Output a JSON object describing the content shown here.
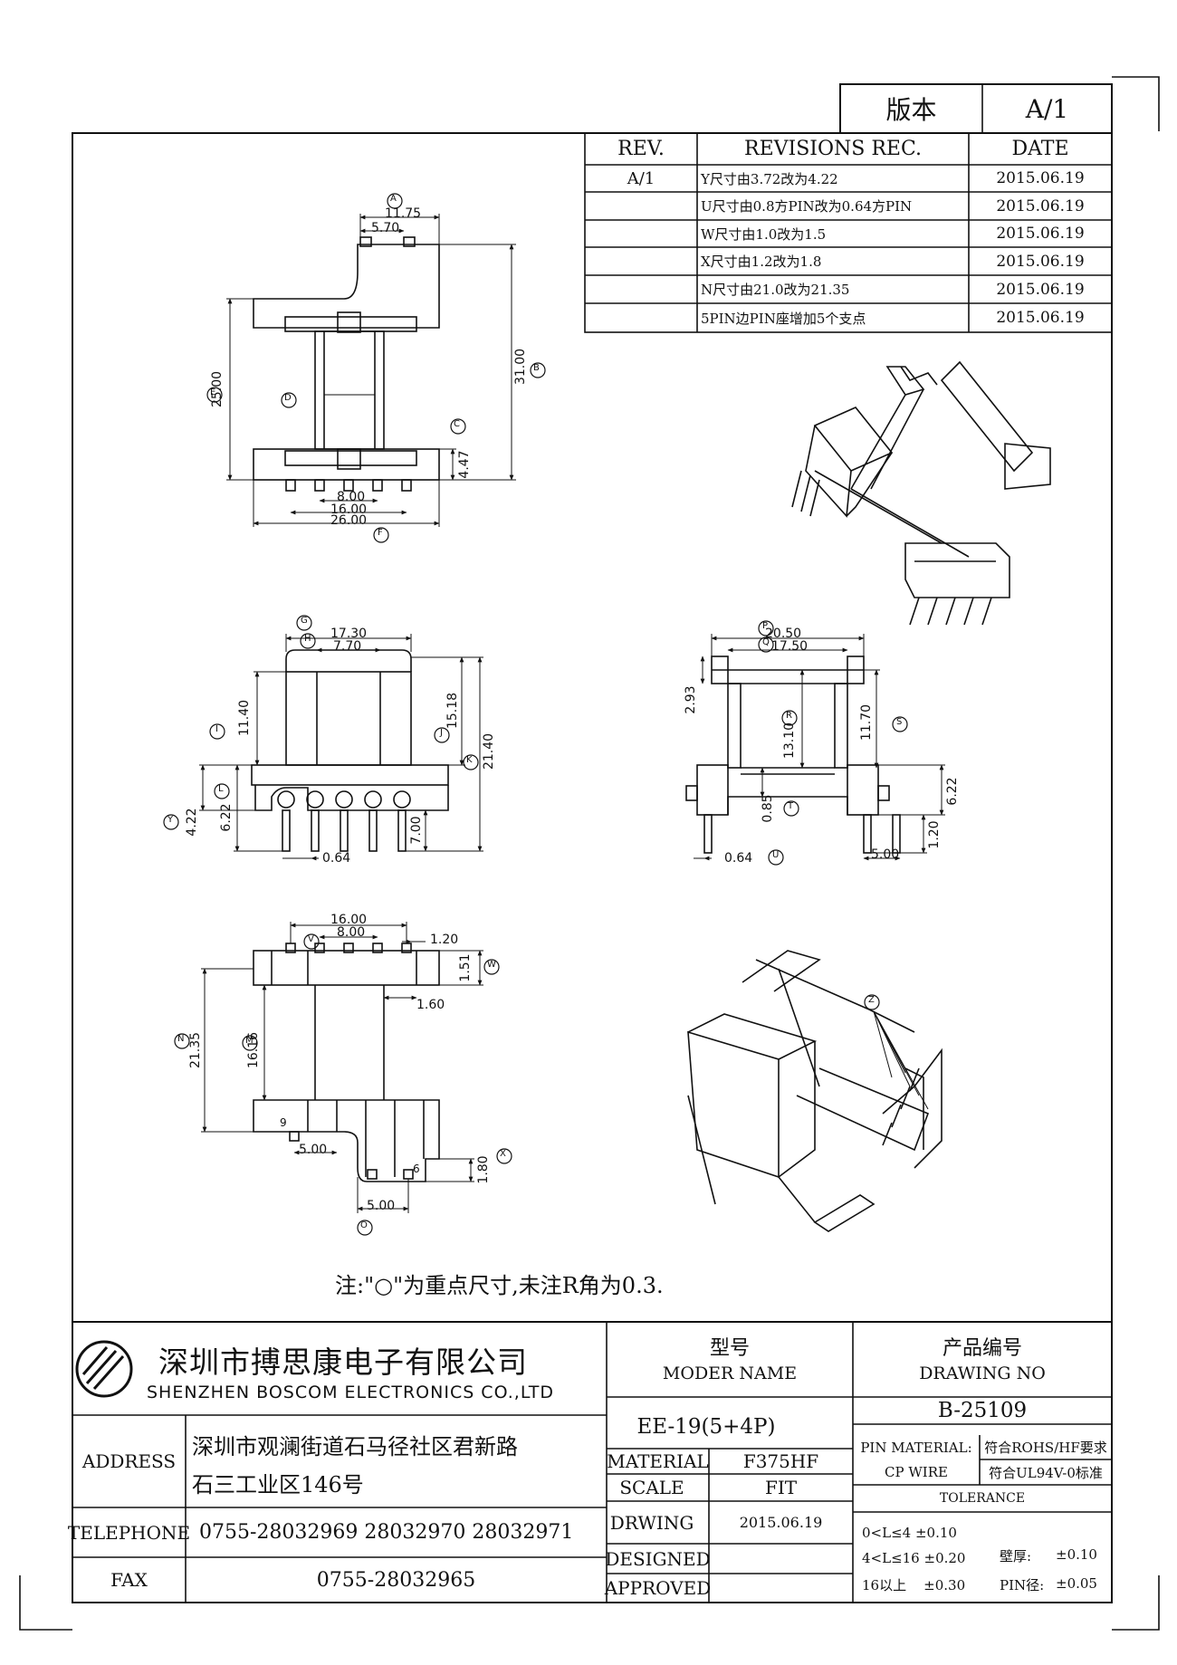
{
  "version_box": {
    "label": "版本",
    "value": "A/1"
  },
  "revisions": {
    "headers": {
      "rev": "REV.",
      "rec": "REVISIONS REC.",
      "date": "DATE"
    },
    "rows": [
      {
        "rev": "A/1",
        "rec": "Y尺寸由3.72改为4.22",
        "date": "2015.06.19"
      },
      {
        "rev": "",
        "rec": "U尺寸由0.8方PIN改为0.64方PIN",
        "date": "2015.06.19"
      },
      {
        "rev": "",
        "rec": "W尺寸由1.0改为1.5",
        "date": "2015.06.19"
      },
      {
        "rev": "",
        "rec": "X尺寸由1.2改为1.8",
        "date": "2015.06.19"
      },
      {
        "rev": "",
        "rec": "N尺寸由21.0改为21.35",
        "date": "2015.06.19"
      },
      {
        "rev": "",
        "rec": "5PIN边PIN座增加5个支点",
        "date": "2015.06.19"
      }
    ]
  },
  "top_view": {
    "dims": {
      "d1175": "11.75",
      "d570": "5.70",
      "d2500": "25.00",
      "d3100": "31.00",
      "d447": "4.47",
      "d800": "8.00",
      "d1600": "16.00",
      "d2600": "26.00"
    },
    "markers": {
      "A": "A",
      "B": "B",
      "C": "C",
      "D": "D",
      "E": "E",
      "F": "F"
    }
  },
  "front_view": {
    "dims": {
      "d1730": "17.30",
      "d770": "7.70",
      "d1140": "11.40",
      "d1518": "15.18",
      "d2140": "21.40",
      "d422": "4.22",
      "d622": "6.22",
      "d700": "7.00",
      "d064": "0.64"
    },
    "markers": {
      "G": "G",
      "H": "H",
      "I": "I",
      "J": "J",
      "K": "K",
      "L": "L",
      "Y": "Y"
    }
  },
  "side_view": {
    "dims": {
      "d2050": "20.50",
      "d1750": "17.50",
      "d293": "2.93",
      "d1310": "13.10",
      "d1170": "11.70",
      "d085": "0.85",
      "d622": "6.22",
      "d120": "1.20",
      "d064": "0.64",
      "d500": "5.00"
    },
    "markers": {
      "P": "P",
      "Q": "Q",
      "R": "R",
      "S": "S",
      "T": "T",
      "U": "U"
    }
  },
  "bottom_view": {
    "dims": {
      "d1600": "16.00",
      "d800": "8.00",
      "d120": "1.20",
      "d151": "1.51",
      "d160": "1.60",
      "d2135": "21.35",
      "d1616": "16.16",
      "d500a": "5.00",
      "d180": "1.80",
      "d500b": "5.00"
    },
    "pins": {
      "p9": "9",
      "p6": "6"
    },
    "markers": {
      "V": "V",
      "W": "W",
      "N": "N",
      "M": "M",
      "X": "X",
      "O": "O",
      "Z": "Z"
    }
  },
  "note": "注:\"○\"为重点尺寸,未注R角为0.3.",
  "company": {
    "name_cn": "深圳市搏思康电子有限公司",
    "name_en": "SHENZHEN BOSCOM ELECTRONICS CO.,LTD"
  },
  "title_block": {
    "model_label_cn": "型号",
    "model_label_en": "MODER NAME",
    "model_value": "EE-19(5+4P)",
    "drawing_label_cn": "产品编号",
    "drawing_label_en": "DRAWING NO",
    "drawing_value": "B-25109",
    "address_label": "ADDRESS",
    "address_line1": "深圳市观澜街道石马径社区君新路",
    "address_line2": "石三工业区146号",
    "telephone_label": "TELEPHONE",
    "telephone_value": "0755-28032969 28032970 28032971",
    "fax_label": "FAX",
    "fax_value": "0755-28032965",
    "material_label": "MATERIAL",
    "material_value": "F375HF",
    "scale_label": "SCALE",
    "scale_value": "FIT",
    "drwing_label": "DRWING",
    "drwing_value": "2015.06.19",
    "designed_label": "DESIGNED",
    "approved_label": "APPROVED",
    "pin_material_label": "PIN MATERIAL:",
    "pin_material_value": "符合ROHS/HF要求",
    "cp_wire_label": "CP WIRE",
    "cp_wire_value": "符合UL94V-0标准",
    "tolerance_label": "TOLERANCE",
    "tol1": "0<L≤4 ±0.10",
    "tol2": "4<L≤16 ±0.20",
    "tol3": "16以上    ±0.30",
    "wall_label": "壁厚:",
    "wall_value": "±0.10",
    "pin_dia_label": "PIN径:",
    "pin_dia_value": "±0.05"
  }
}
